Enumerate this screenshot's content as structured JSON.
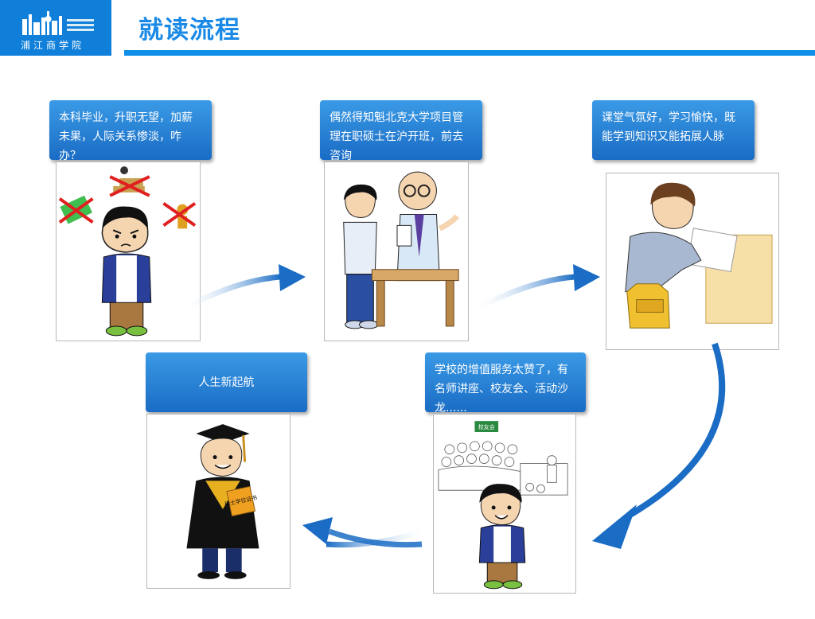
{
  "header": {
    "logo_script": "浦江商学院",
    "title": "就读流程"
  },
  "steps": [
    {
      "text": "本科毕业，升职无望，加薪未果，人际关系惨淡，咋办？"
    },
    {
      "text": "偶然得知魁北克大学项目管理在职硕士在沪开班，前去咨询"
    },
    {
      "text": "课堂气氛好，学习愉快，既能学到知识又能拓展人脉"
    },
    {
      "text": "学校的增值服务太赞了，有名师讲座、校友会、活动沙龙......"
    },
    {
      "text": "人生新起航"
    }
  ],
  "illustrations": {
    "certificate_label": "硕士学位证书",
    "banner_label": "校友会"
  },
  "colors": {
    "brand_blue": "#0f7fd9",
    "arrow_blue": "#1a6cc4",
    "title_blue": "#1a8ae6"
  }
}
